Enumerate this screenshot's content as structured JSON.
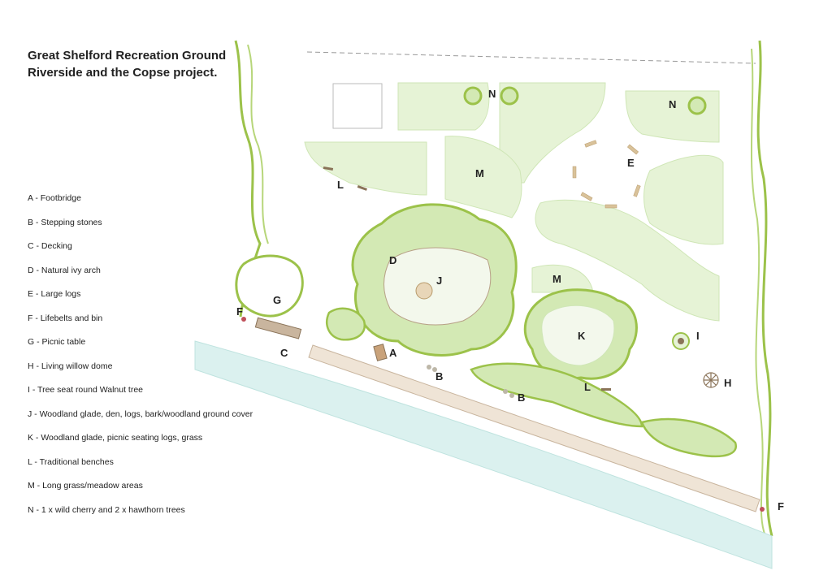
{
  "title": {
    "line1": "Great Shelford Recreation Ground",
    "line2": "Riverside and the Copse project."
  },
  "legend": [
    {
      "key": "A",
      "text": "A  - Footbridge"
    },
    {
      "key": "B",
      "text": "B - Stepping stones"
    },
    {
      "key": "C",
      "text": "C  - Decking"
    },
    {
      "key": "D",
      "text": "D - Natural ivy arch"
    },
    {
      "key": "E",
      "text": "E - Large logs"
    },
    {
      "key": "F",
      "text": "F - Lifebelts and bin"
    },
    {
      "key": "G",
      "text": "G - Picnic table"
    },
    {
      "key": "H",
      "text": "H - Living willow dome"
    },
    {
      "key": "I",
      "text": "I - Tree seat round Walnut tree"
    },
    {
      "key": "J",
      "text": "J - Woodland glade, den, logs, bark/woodland ground cover"
    },
    {
      "key": "K",
      "text": "K - Woodland glade, picnic seating logs, grass"
    },
    {
      "key": "L",
      "text": "L - Traditional benches"
    },
    {
      "key": "M",
      "text": "M - Long grass/meadow areas"
    },
    {
      "key": "N",
      "text": "N - 1 x wild cherry and 2 x hawthorn trees"
    }
  ],
  "map_labels": {
    "A": "A",
    "B": "B",
    "C": "C",
    "D": "D",
    "E": "E",
    "F": "F",
    "G": "G",
    "H": "H",
    "I": "I",
    "J": "J",
    "K": "K",
    "L": "L",
    "M": "M",
    "N": "N"
  },
  "colors": {
    "meadow": "#e6f3d6",
    "hedge": "#b7d67a",
    "hedge_edge": "#9cc24a",
    "woodland": "#d3e9b4",
    "water": "#dbf1ef",
    "path": "#c9b59e",
    "log": "#d9c29a"
  }
}
